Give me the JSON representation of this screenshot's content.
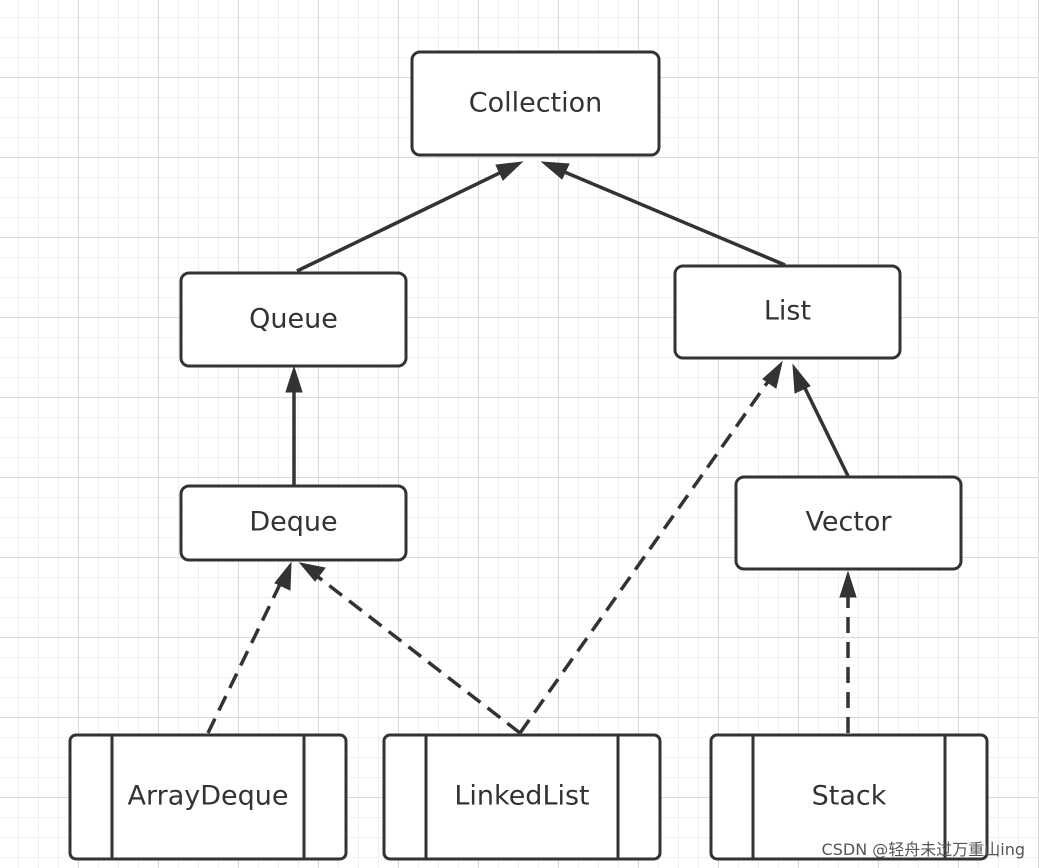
{
  "diagram": {
    "nodes": {
      "collection": "Collection",
      "queue": "Queue",
      "list": "List",
      "deque": "Deque",
      "vector": "Vector",
      "arraydeque": "ArrayDeque",
      "linkedlist": "LinkedList",
      "stack": "Stack"
    },
    "edges": [
      {
        "from": "queue",
        "to": "collection",
        "style": "solid"
      },
      {
        "from": "list",
        "to": "collection",
        "style": "solid"
      },
      {
        "from": "deque",
        "to": "queue",
        "style": "solid"
      },
      {
        "from": "vector",
        "to": "list",
        "style": "solid"
      },
      {
        "from": "arraydeque",
        "to": "deque",
        "style": "dashed"
      },
      {
        "from": "linkedlist",
        "to": "deque",
        "style": "dashed"
      },
      {
        "from": "linkedlist",
        "to": "list",
        "style": "dashed"
      },
      {
        "from": "stack",
        "to": "vector",
        "style": "dashed"
      }
    ]
  },
  "watermark": "CSDN @轻舟未过万重山ing"
}
